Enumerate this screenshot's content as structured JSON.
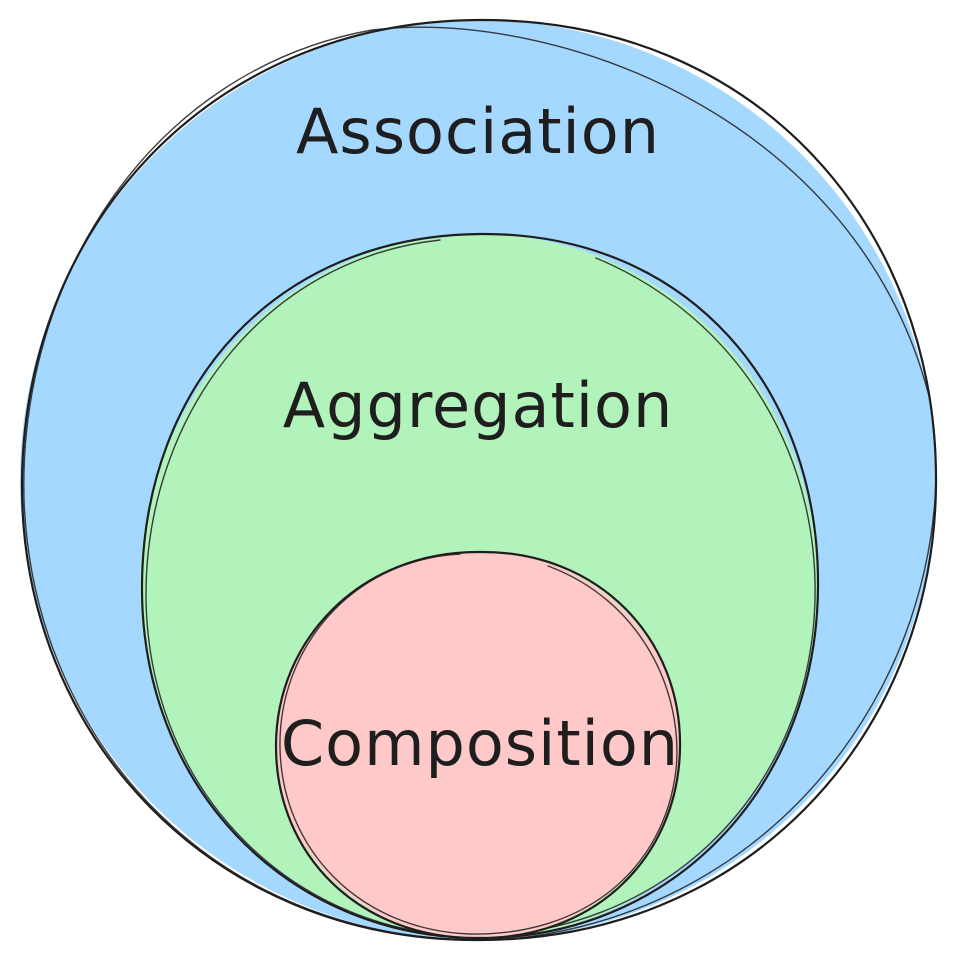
{
  "diagram": {
    "type": "nested-venn",
    "stroke_color": "#1e1e1e",
    "sets": [
      {
        "id": "association",
        "label": "Association",
        "fill": "#a5d8ff"
      },
      {
        "id": "aggregation",
        "label": "Aggregation",
        "fill": "#b2f2bb"
      },
      {
        "id": "composition",
        "label": "Composition",
        "fill": "#ffc9c9"
      }
    ]
  }
}
